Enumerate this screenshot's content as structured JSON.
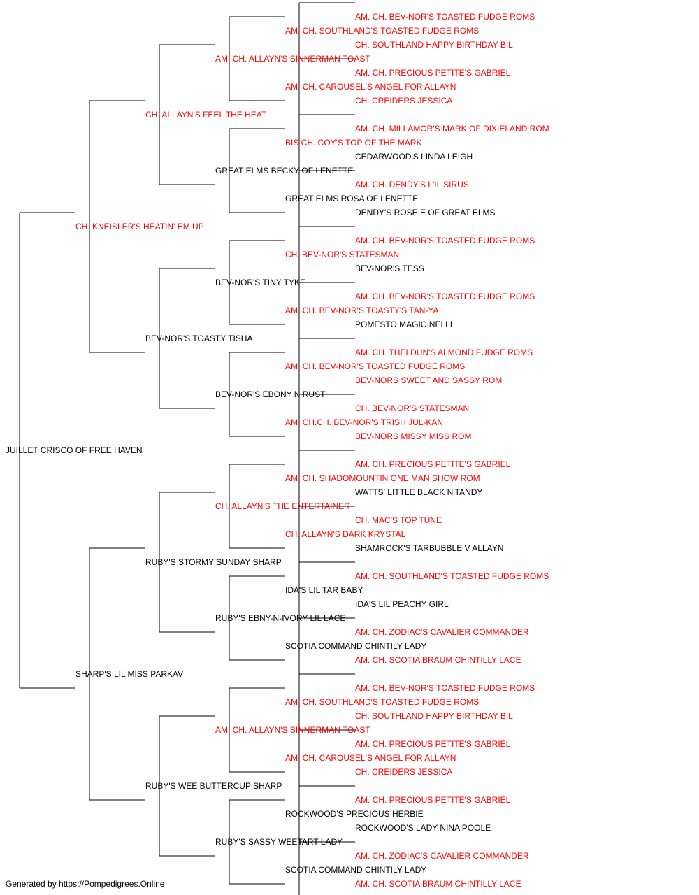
{
  "colors": {
    "titled": "#ff0000",
    "plain": "#000000",
    "lines": "#000000"
  },
  "pedigree": [
    {
      "name": "JUILLET CRISCO OF FREE HAVEN",
      "titled": false
    },
    {
      "name": "CH. KNEISLER'S HEATIN' EM UP",
      "titled": true
    },
    {
      "name": "SHARP'S LIL MISS PARKAV",
      "titled": false
    },
    {
      "name": "CH. ALLAYN'S FEEL THE HEAT",
      "titled": true
    },
    {
      "name": "BEV-NOR'S TOASTY TISHA",
      "titled": false
    },
    {
      "name": "RUBY'S STORMY SUNDAY SHARP",
      "titled": false
    },
    {
      "name": "RUBY'S WEE BUTTERCUP SHARP",
      "titled": false
    },
    {
      "name": "AM. CH. ALLAYN'S SINNERMAN TOAST",
      "titled": true
    },
    {
      "name": "GREAT ELMS BECKY OF LENETTE",
      "titled": false
    },
    {
      "name": "BEV-NOR'S TINY TYKE",
      "titled": false
    },
    {
      "name": "BEV-NOR'S EBONY N RUST",
      "titled": false
    },
    {
      "name": "CH. ALLAYN'S THE ENTERTAINER",
      "titled": true
    },
    {
      "name": "RUBY'S EBNY-N-IVORY LIL LACE",
      "titled": false
    },
    {
      "name": "AM. CH. ALLAYN'S SINNERMAN TOAST",
      "titled": true
    },
    {
      "name": "RUBY'S SASSY WEETART LADY",
      "titled": false
    },
    {
      "name": "AM. CH. SOUTHLAND'S TOASTED FUDGE ROMS",
      "titled": true
    },
    {
      "name": "AM. CH. CAROUSEL'S ANGEL FOR ALLAYN",
      "titled": true
    },
    {
      "name": "BIS CH. COY'S TOP OF THE MARK",
      "titled": true
    },
    {
      "name": "GREAT ELMS ROSA OF LENETTE",
      "titled": false
    },
    {
      "name": "CH. BEV-NOR'S STATESMAN",
      "titled": true
    },
    {
      "name": "AM. CH. BEV-NOR'S TOASTY'S TAN-YA",
      "titled": true
    },
    {
      "name": "AM. CH. BEV-NOR'S TOASTED FUDGE ROMS",
      "titled": true
    },
    {
      "name": "AM. CH.CH. BEV-NOR'S TRISH JUL-KAN",
      "titled": true
    },
    {
      "name": "AM. CH. SHADOMOUNTIN ONE MAN SHOW ROM",
      "titled": true
    },
    {
      "name": "CH. ALLAYN'S DARK KRYSTAL",
      "titled": true
    },
    {
      "name": "IDA'S LIL TAR BABY",
      "titled": false
    },
    {
      "name": "SCOTIA COMMAND CHINTILY LADY",
      "titled": false
    },
    {
      "name": "AM. CH. SOUTHLAND'S TOASTED FUDGE ROMS",
      "titled": true
    },
    {
      "name": "AM. CH. CAROUSEL'S ANGEL FOR ALLAYN",
      "titled": true
    },
    {
      "name": "ROCKWOOD'S PRECIOUS HERBIE",
      "titled": false
    },
    {
      "name": "SCOTIA COMMAND CHINTILY LADY",
      "titled": false
    },
    {
      "name": "AM. CH. BEV-NOR'S TOASTED FUDGE ROMS",
      "titled": true
    },
    {
      "name": "CH. SOUTHLAND HAPPY BIRTHDAY BIL",
      "titled": true
    },
    {
      "name": "AM. CH. PRECIOUS PETITE'S GABRIEL",
      "titled": true
    },
    {
      "name": "CH. CREIDERS JESSICA",
      "titled": true
    },
    {
      "name": "AM. CH. MILLAMOR'S MARK OF DIXIELAND ROM",
      "titled": true
    },
    {
      "name": "CEDARWOOD'S LINDA LEIGH",
      "titled": false
    },
    {
      "name": "AM. CH. DENDY'S L'IL SIRUS",
      "titled": true
    },
    {
      "name": "DENDY'S ROSE E OF GREAT ELMS",
      "titled": false
    },
    {
      "name": "AM. CH. BEV-NOR'S TOASTED FUDGE ROMS",
      "titled": true
    },
    {
      "name": "BEV-NOR'S TESS",
      "titled": false
    },
    {
      "name": "AM. CH. BEV-NOR'S TOASTED FUDGE ROMS",
      "titled": true
    },
    {
      "name": "POMESTO MAGIC NELLI",
      "titled": false
    },
    {
      "name": "AM. CH. THELDUN'S ALMOND FUDGE ROMS",
      "titled": true
    },
    {
      "name": "BEV-NORS SWEET AND SASSY ROM",
      "titled": true
    },
    {
      "name": "CH. BEV-NOR'S STATESMAN",
      "titled": true
    },
    {
      "name": "BEV-NORS MISSY MISS ROM",
      "titled": true
    },
    {
      "name": "AM. CH. PRECIOUS PETITE'S GABRIEL",
      "titled": true
    },
    {
      "name": "WATTS' LITTLE BLACK N'TANDY",
      "titled": false
    },
    {
      "name": "CH. MAC'S TOP TUNE",
      "titled": true
    },
    {
      "name": "SHAMROCK'S TARBUBBLE V ALLAYN",
      "titled": false
    },
    {
      "name": "AM. CH. SOUTHLAND'S TOASTED FUDGE ROMS",
      "titled": true
    },
    {
      "name": "IDA'S LIL PEACHY GIRL",
      "titled": false
    },
    {
      "name": "AM. CH. ZODIAC'S CAVALIER COMMANDER",
      "titled": true
    },
    {
      "name": "AM. CH. SCOTIA BRAUM CHINTILLY LACE",
      "titled": true
    },
    {
      "name": "AM. CH. BEV-NOR'S TOASTED FUDGE ROMS",
      "titled": true
    },
    {
      "name": "CH. SOUTHLAND HAPPY BIRTHDAY BIL",
      "titled": true
    },
    {
      "name": "AM. CH. PRECIOUS PETITE'S GABRIEL",
      "titled": true
    },
    {
      "name": "CH. CREIDERS JESSICA",
      "titled": true
    },
    {
      "name": "AM. CH. PRECIOUS PETITE'S GABRIEL",
      "titled": true
    },
    {
      "name": "ROCKWOOD'S LADY NINA POOLE",
      "titled": false
    },
    {
      "name": "AM. CH. ZODIAC'S CAVALIER COMMANDER",
      "titled": true
    },
    {
      "name": "AM. CH. SCOTIA BRAUM CHINTILLY LACE",
      "titled": true
    }
  ],
  "footer": "Generated by https://Pompedigrees.Online"
}
